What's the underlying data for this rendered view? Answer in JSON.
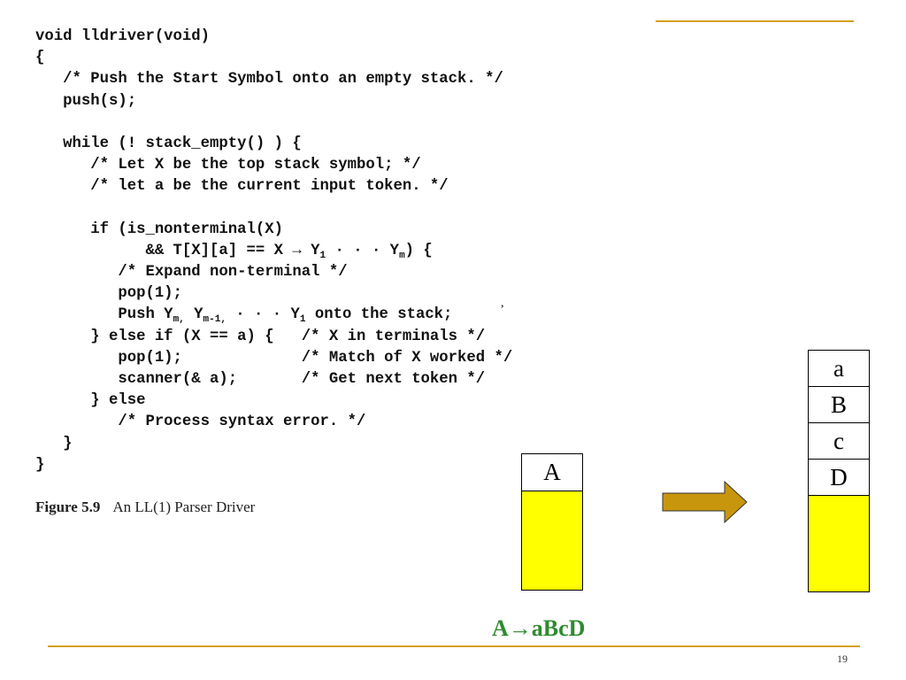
{
  "code": {
    "lines": [
      "void lldriver(void)",
      "{",
      "   /* Push the Start Symbol onto an empty stack. */",
      "   push(s);",
      "",
      "   while (! stack_empty() ) {",
      "      /* Let X be the top stack symbol; */",
      "      /* let a be the current input token. */",
      "",
      "      if (is_nonterminal(X)",
      "            && T[X][a] == X → Y",
      "         /* Expand non-terminal */",
      "         pop(1);",
      "         Push Y",
      "      } else if (X == a) {   /* X in terminals */",
      "         pop(1);             /* Match of X worked */",
      "         scanner(& a);       /* Get next token */",
      "      } else",
      "         /* Process syntax error. */",
      "   }",
      "}"
    ],
    "sub_1": "1",
    "sub_m": "m",
    "sub_m1": "m-1,",
    "sub_m_comma": "m,",
    "line10_middle": " · · · Y",
    "line10_end": ") {",
    "line13_middle": " Y",
    "line13_dots": " · · · Y",
    "line13_end": " onto the stack;"
  },
  "caption": {
    "figure_number": "Figure 5.9",
    "text": "An LL(1) Parser Driver"
  },
  "stack_before": {
    "cells": [
      "A"
    ]
  },
  "stack_after": {
    "cells": [
      "a",
      "B",
      "c",
      "D"
    ]
  },
  "production": "A→aBcD",
  "page_number": "19",
  "colors": {
    "rule": "#D4A017",
    "stack_fill": "#FFFF00",
    "arrow": "#C8960C",
    "production": "#2E8B2E"
  }
}
